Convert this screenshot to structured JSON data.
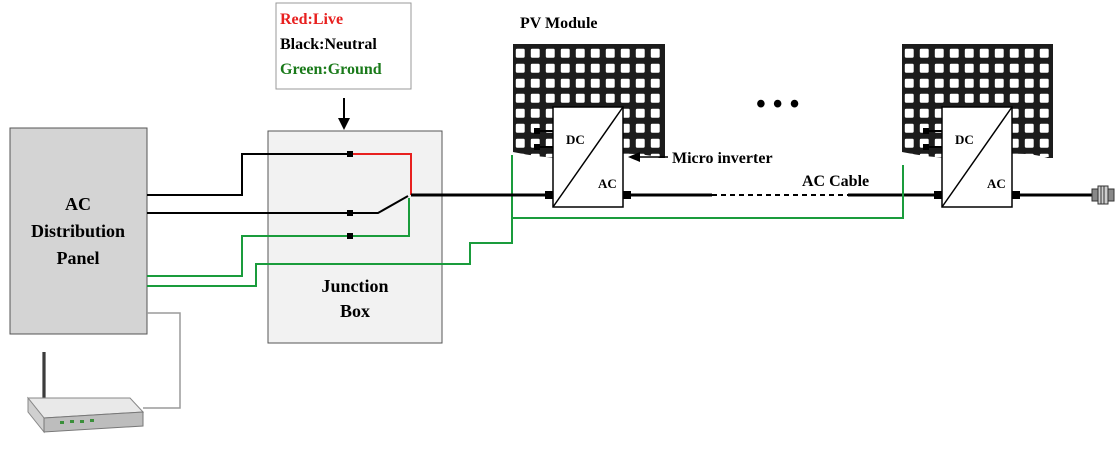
{
  "legend": {
    "live": "Red:Live",
    "neutral": "Black:Neutral",
    "ground": "Green:Ground"
  },
  "panel": {
    "line1": "AC",
    "line2": "Distribution",
    "line3": "Panel"
  },
  "junction": {
    "line1": "Junction",
    "line2": "Box"
  },
  "pv_module_label": "PV Module",
  "inverter_label": "Micro inverter",
  "dc_label": "DC",
  "ac_label": "AC",
  "cable_label": "AC Cable",
  "ellipsis": "• • •",
  "colors": {
    "live": "#e8201f",
    "neutral": "#000000",
    "ground": "#1a9c3c",
    "legend_live_text": "#e8201f",
    "legend_ground_text": "#1a7a1a",
    "panel_fill": "#d4d4d4",
    "junction_fill": "#f2f2f2"
  },
  "icons": [
    "pv-module-icon",
    "micro-inverter-icon",
    "router-icon",
    "cable-end-connector-icon"
  ]
}
